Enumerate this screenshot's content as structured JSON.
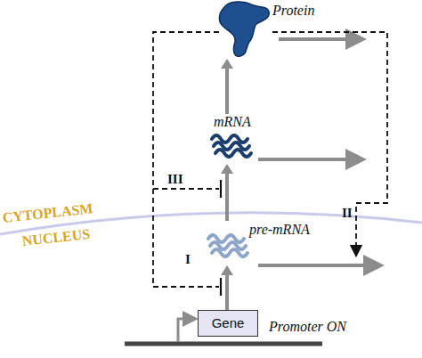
{
  "diagram": {
    "nodes": [
      {
        "text": [
          "Protein"
        ]
      },
      {
        "text": [
          "mRNA"
        ]
      },
      {
        "text": [
          "pre-mRNA"
        ]
      },
      {
        "text": [
          "Gene"
        ]
      }
    ],
    "edges": [
      {
        "from": 3,
        "to": 2,
        "arrow": "to"
      },
      {
        "from": 2,
        "to": 1,
        "arrow": "to"
      },
      {
        "from": 1,
        "to": 0,
        "arrow": "to"
      }
    ],
    "labels": [
      "CYTOPLASM",
      "NUCLEUS",
      "III",
      "I",
      "II",
      "Promoter ON"
    ]
  }
}
